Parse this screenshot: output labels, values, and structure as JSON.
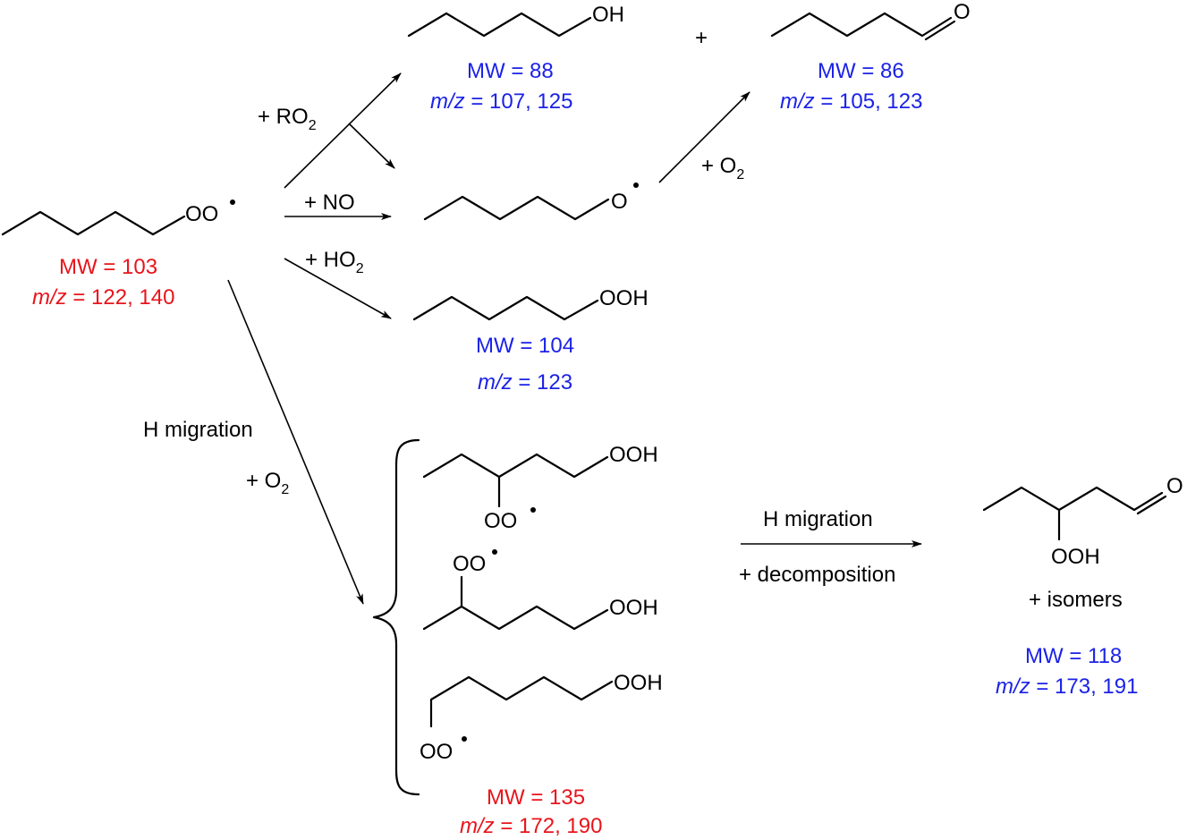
{
  "reactant": {
    "group": "OO",
    "mw": "MW = 103",
    "mz_label": "m/z",
    "mz_values": " = 122, 140"
  },
  "conditions": {
    "ro2_plus": "+ RO",
    "ro2_sub": "2",
    "no": "+ NO",
    "ho2_plus": "+ HO",
    "ho2_sub": "2",
    "o2_plus": "+ O",
    "o2_sub": "2",
    "h_migration": "H migration",
    "plus_o2": "+ O",
    "plus_o2_sub": "2",
    "plus_sign": "+",
    "h_migration_2": "H migration",
    "decomposition": "+ decomposition"
  },
  "products": {
    "alcohol": {
      "group": "OH",
      "mw": "MW = 88",
      "mz_label": "m/z",
      "mz_values": " = 107, 125"
    },
    "aldehyde": {
      "group": "O",
      "mw": "MW = 86",
      "mz_label": "m/z",
      "mz_values": " = 105, 123"
    },
    "alkoxy": {
      "group": "O"
    },
    "hydroperoxide": {
      "group": "OOH",
      "mw": "MW = 104",
      "mz_label": "m/z",
      "mz_values": " = 123"
    },
    "isomer_a": {
      "group_ooh": "OOH",
      "group_oo": "OO"
    },
    "isomer_b": {
      "group_ooh": "OOH",
      "group_oo": "OO"
    },
    "isomer_c": {
      "group_ooh": "OOH",
      "group_oo": "OO"
    },
    "bracket_mw": "MW = 135",
    "bracket_mz_label": "m/z",
    "bracket_mz_values": " = 172, 190",
    "final": {
      "group_o": "O",
      "group_ooh": "OOH",
      "isomers": "+ isomers",
      "mw": "MW = 118",
      "mz_label": "m/z",
      "mz_values": " = 173, 191"
    }
  },
  "colors": {
    "reactant": "#e8141b",
    "product": "#1b22e6"
  }
}
